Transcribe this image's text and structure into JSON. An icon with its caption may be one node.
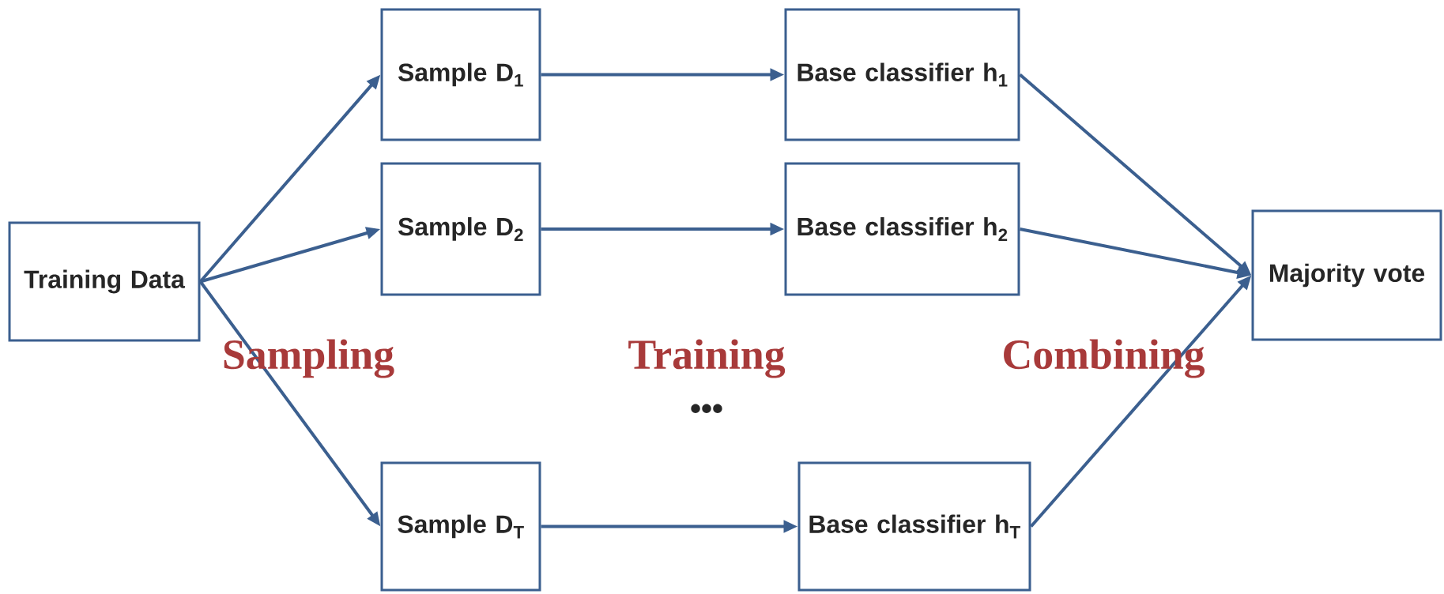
{
  "diagram": {
    "nodes": [
      {
        "text": [
          "Training Data"
        ]
      },
      {
        "text": [
          "Sample D$_{1}$"
        ]
      },
      {
        "text": [
          "Base classifier h$_{1}$"
        ]
      },
      {
        "text": [
          "Sample D$_{2}$"
        ]
      },
      {
        "text": [
          "Base classifier h$_{2}$"
        ]
      },
      {
        "text": [
          "Sample D$_{T}$"
        ]
      },
      {
        "text": [
          "Base classifier h$_{T}$"
        ]
      },
      {
        "text": [
          "Majority vote"
        ]
      }
    ],
    "edges": [
      {
        "from": 0,
        "to": 1,
        "arrow": "to"
      },
      {
        "from": 0,
        "to": 3,
        "arrow": "to"
      },
      {
        "from": 0,
        "to": 5,
        "arrow": "to"
      },
      {
        "from": 1,
        "to": 2,
        "arrow": "to"
      },
      {
        "from": 3,
        "to": 4,
        "arrow": "to"
      },
      {
        "from": 5,
        "to": 6,
        "arrow": "to"
      },
      {
        "from": 2,
        "to": 7,
        "arrow": "to"
      },
      {
        "from": 4,
        "to": 7,
        "arrow": "to"
      },
      {
        "from": 6,
        "to": 7,
        "arrow": "to"
      }
    ],
    "labels": [
      "Sampling",
      "Training",
      "Combining",
      "•••"
    ]
  }
}
